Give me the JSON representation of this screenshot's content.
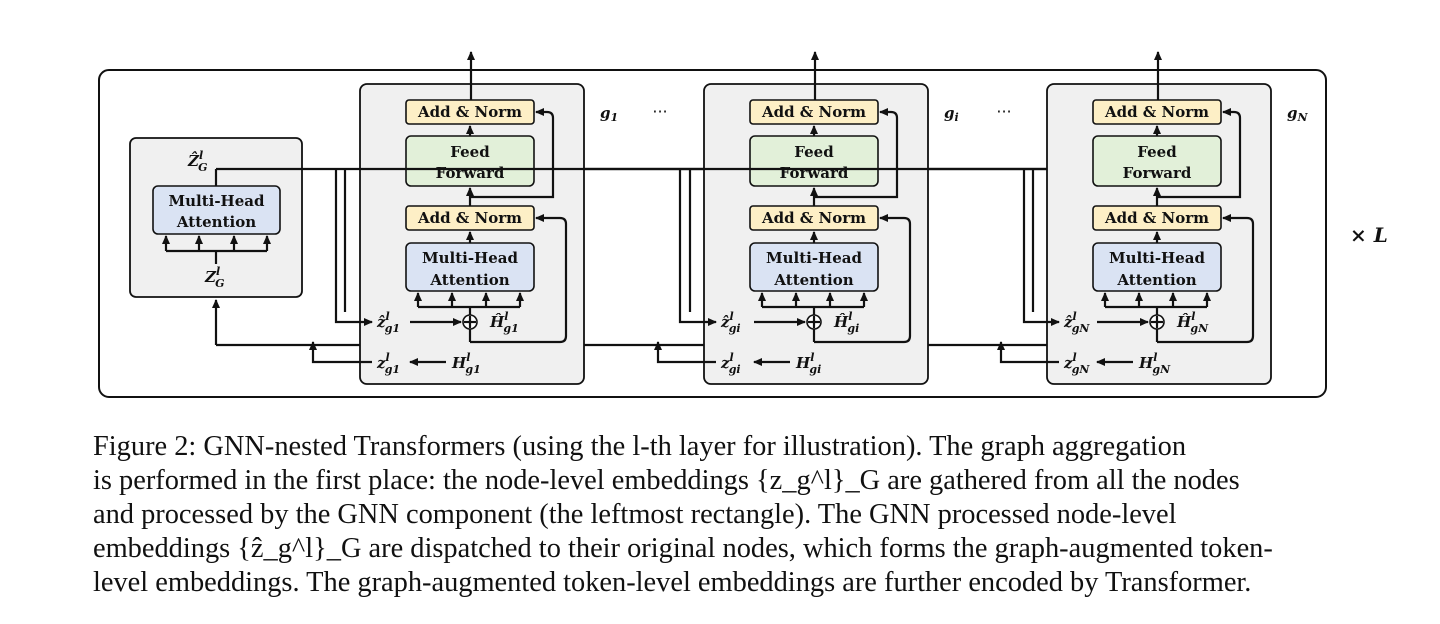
{
  "diagram": {
    "gnn": {
      "mha_label_1": "Multi-Head",
      "mha_label_2": "Attention",
      "output_label": "Ẑ",
      "output_sup": "l",
      "output_sub": "G",
      "input_label": "Z",
      "input_sup": "l",
      "input_sub": "G"
    },
    "blocks": [
      {
        "group_label": "g",
        "group_sub": "1",
        "add_norm_top": "Add & Norm",
        "ff_label_1": "Feed",
        "ff_label_2": "Forward",
        "add_norm_mid": "Add & Norm",
        "mha_label_1": "Multi-Head",
        "mha_label_2": "Attention",
        "zhat_label": "ẑ",
        "zhat_sup": "l",
        "zhat_sub": "g1",
        "hhat_label": "Ĥ",
        "hhat_sup": "l",
        "hhat_sub": "g1",
        "z_label": "z",
        "z_sup": "l",
        "z_sub": "g1",
        "h_label": "H",
        "h_sup": "l",
        "h_sub": "g1"
      },
      {
        "group_label": "g",
        "group_sub": "i",
        "add_norm_top": "Add & Norm",
        "ff_label_1": "Feed",
        "ff_label_2": "Forward",
        "add_norm_mid": "Add & Norm",
        "mha_label_1": "Multi-Head",
        "mha_label_2": "Attention",
        "zhat_label": "ẑ",
        "zhat_sup": "l",
        "zhat_sub": "gi",
        "hhat_label": "Ĥ",
        "hhat_sup": "l",
        "hhat_sub": "gi",
        "z_label": "z",
        "z_sup": "l",
        "z_sub": "gi",
        "h_label": "H",
        "h_sup": "l",
        "h_sub": "gi"
      },
      {
        "group_label": "g",
        "group_sub": "N",
        "add_norm_top": "Add & Norm",
        "ff_label_1": "Feed",
        "ff_label_2": "Forward",
        "add_norm_mid": "Add & Norm",
        "mha_label_1": "Multi-Head",
        "mha_label_2": "Attention",
        "zhat_label": "ẑ",
        "zhat_sup": "l",
        "zhat_sub": "gN",
        "hhat_label": "Ĥ",
        "hhat_sup": "l",
        "hhat_sub": "gN",
        "z_label": "z",
        "z_sup": "l",
        "z_sub": "gN",
        "h_label": "H",
        "h_sup": "l",
        "h_sub": "gN"
      }
    ],
    "ellipsis": "···",
    "repeat_label": "× L"
  },
  "caption": {
    "line1": "Figure 2: GNN-nested Transformers (using the l-th layer for illustration). The graph aggregation",
    "line2": "is performed in the first place: the node-level embeddings {z_g^l}_G are gathered from all the nodes",
    "line3": "and processed by the GNN component (the leftmost rectangle). The GNN processed node-level",
    "line4": "embeddings {ẑ_g^l}_G are dispatched to their original nodes, which forms the graph-augmented token-",
    "line5": "level embeddings. The graph-augmented token-level embeddings are further encoded by Transformer."
  },
  "colors": {
    "outer_fill": "#ffffff",
    "block_fill": "#f0f0f0",
    "add_norm_fill": "#fdefc6",
    "ff_fill": "#e2f0d9",
    "mha_fill": "#dae3f3",
    "stroke": "#111111"
  }
}
